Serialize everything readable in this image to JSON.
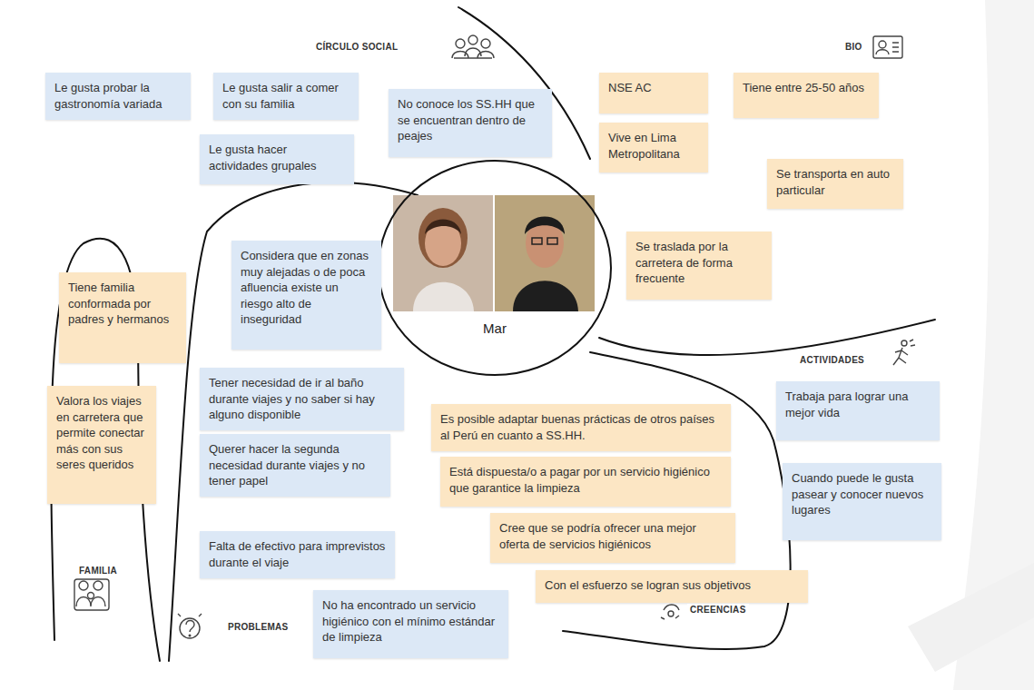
{
  "diagram": {
    "nodes": [
      {
        "text": [
          "Le gusta probar la gastronomía variada"
        ]
      },
      {
        "text": [
          "Le gusta salir a comer con su familia"
        ]
      },
      {
        "text": [
          "Le gusta hacer actividades grupales"
        ]
      },
      {
        "text": [
          "No conoce los SS.HH que se encuentran dentro de peajes"
        ]
      },
      {
        "text": [
          "NSE AC"
        ]
      },
      {
        "text": [
          "Tiene entre 25-50 años"
        ]
      },
      {
        "text": [
          "Vive en Lima Metropolitana"
        ]
      },
      {
        "text": [
          "Se transporta en auto particular"
        ]
      },
      {
        "text": [
          "Se traslada por la carretera de forma frecuente"
        ]
      },
      {
        "text": [
          "Mar"
        ]
      },
      {
        "text": [
          "Considera que en zonas muy alejadas o de poca afluencia existe un riesgo alto de inseguridad"
        ]
      },
      {
        "text": [
          "Tiene familia conformada por padres y hermanos"
        ]
      },
      {
        "text": [
          "Valora los viajes en carretera que permite conectar más con sus seres queridos"
        ]
      },
      {
        "text": [
          "Tener necesidad de ir al baño durante viajes y no saber si hay alguno disponible"
        ]
      },
      {
        "text": [
          "Querer hacer la segunda necesidad durante viajes y no tener papel"
        ]
      },
      {
        "text": [
          "Falta de efectivo para imprevistos durante el viaje"
        ]
      },
      {
        "text": [
          "No ha encontrado un servicio higiénico con el mínimo estándar de limpieza"
        ]
      },
      {
        "text": [
          "Es posible adaptar buenas prácticas de otros países al Perú en cuanto a SS.HH."
        ]
      },
      {
        "text": [
          "Está dispuesta/o a pagar por un servicio higiénico que garantice la limpieza"
        ]
      },
      {
        "text": [
          "Cree que se podría ofrecer una mejor oferta de servicios higiénicos"
        ]
      },
      {
        "text": [
          "Con el esfuerzo se logran sus objetivos"
        ]
      },
      {
        "text": [
          "Trabaja para lograr una mejor vida"
        ]
      },
      {
        "text": [
          "Cuando puede le gusta pasear y conocer nuevos lugares"
        ]
      }
    ],
    "labels": [
      "CÍRCULO SOCIAL",
      "BIO",
      "ACTIVIDADES",
      "FAMILIA",
      "PROBLEMAS",
      "CREENCIAS"
    ]
  }
}
